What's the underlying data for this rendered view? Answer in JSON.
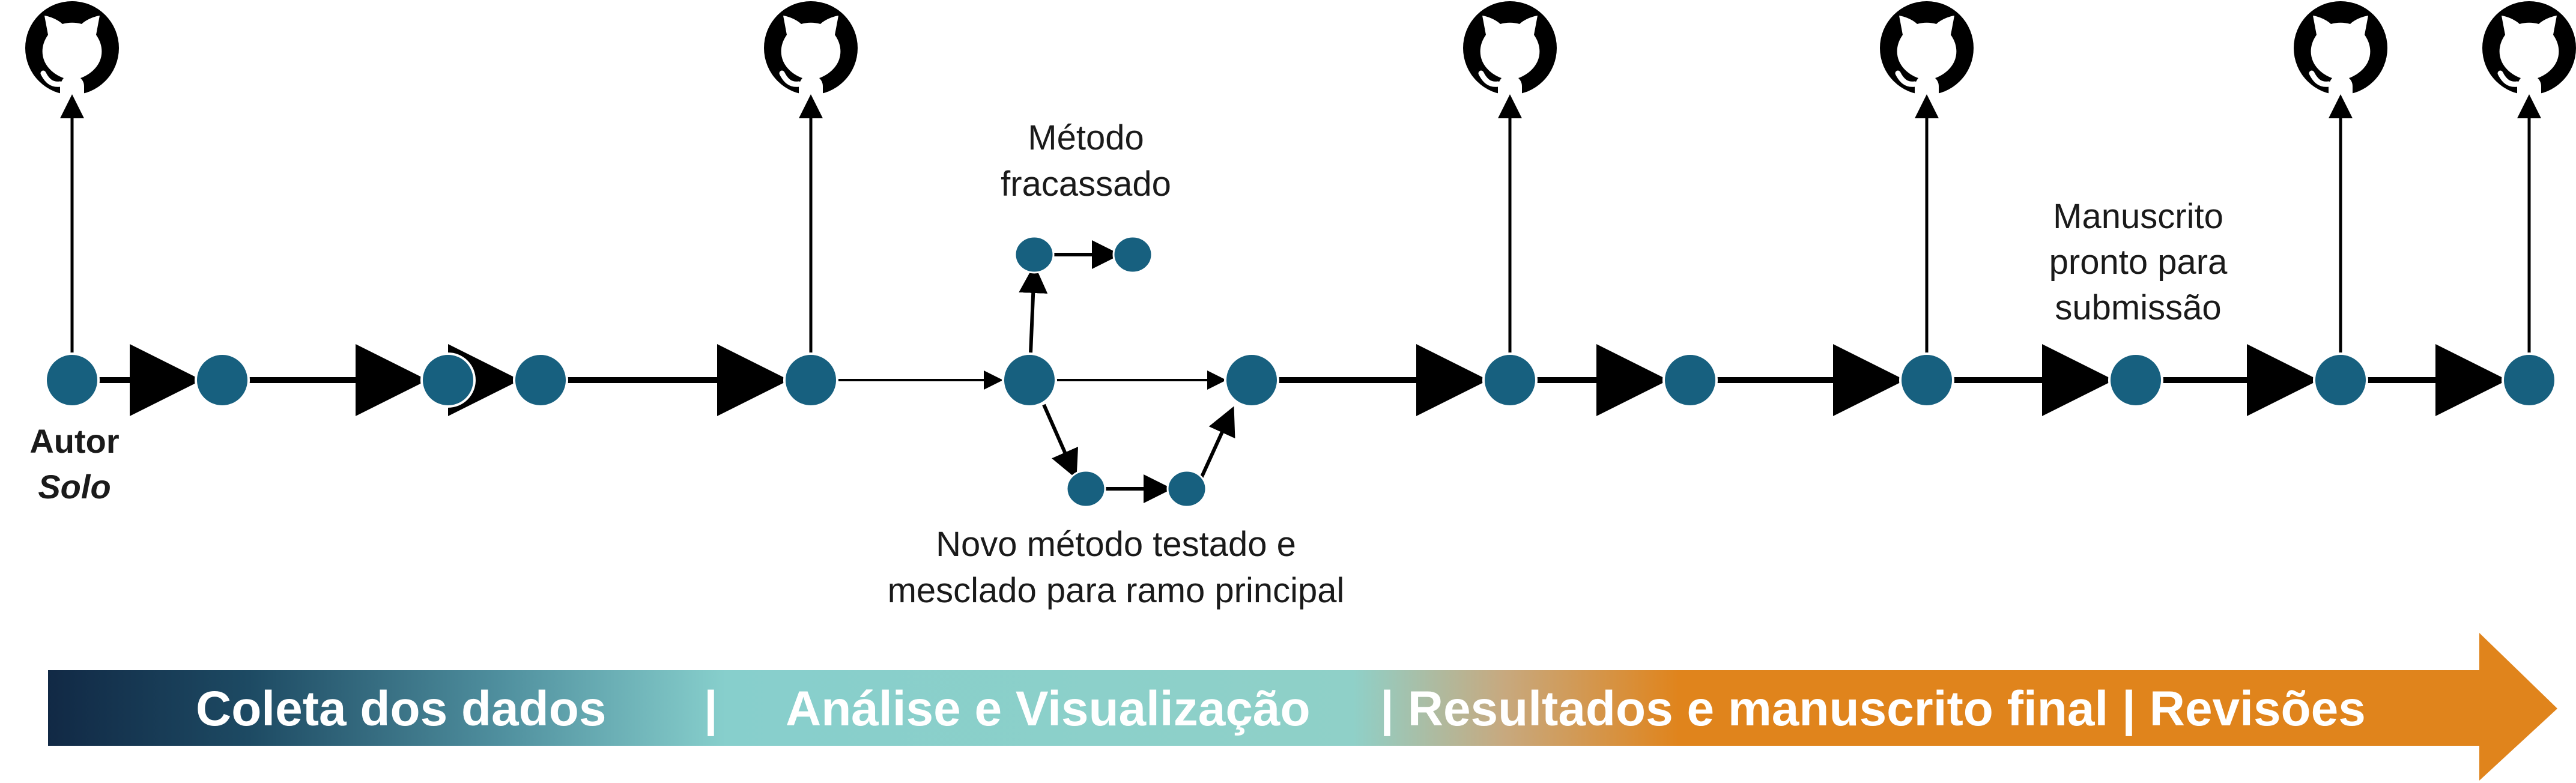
{
  "author": {
    "name": "Autor",
    "mode": "Solo"
  },
  "annotations": {
    "failed_method": [
      "Método",
      "fracassado"
    ],
    "new_method": [
      "Novo método testado e",
      "mesclado para ramo principal"
    ],
    "manuscript": [
      "Manuscrito",
      "pronto para",
      "submissão"
    ]
  },
  "phase_bar": {
    "phases": [
      "Coleta dos dados",
      "|",
      "Análise e Visualização",
      "| Resultados e manuscrito final | Revisões"
    ]
  },
  "colors": {
    "node": "#17607f",
    "node_stroke": "#ffffff",
    "arrow": "#000000",
    "github": "#000000",
    "bar_start": "#112945",
    "bar_mid": "#87cfcc",
    "bar_end": "#e0841c"
  },
  "icons": {
    "remote": "github-icon"
  }
}
